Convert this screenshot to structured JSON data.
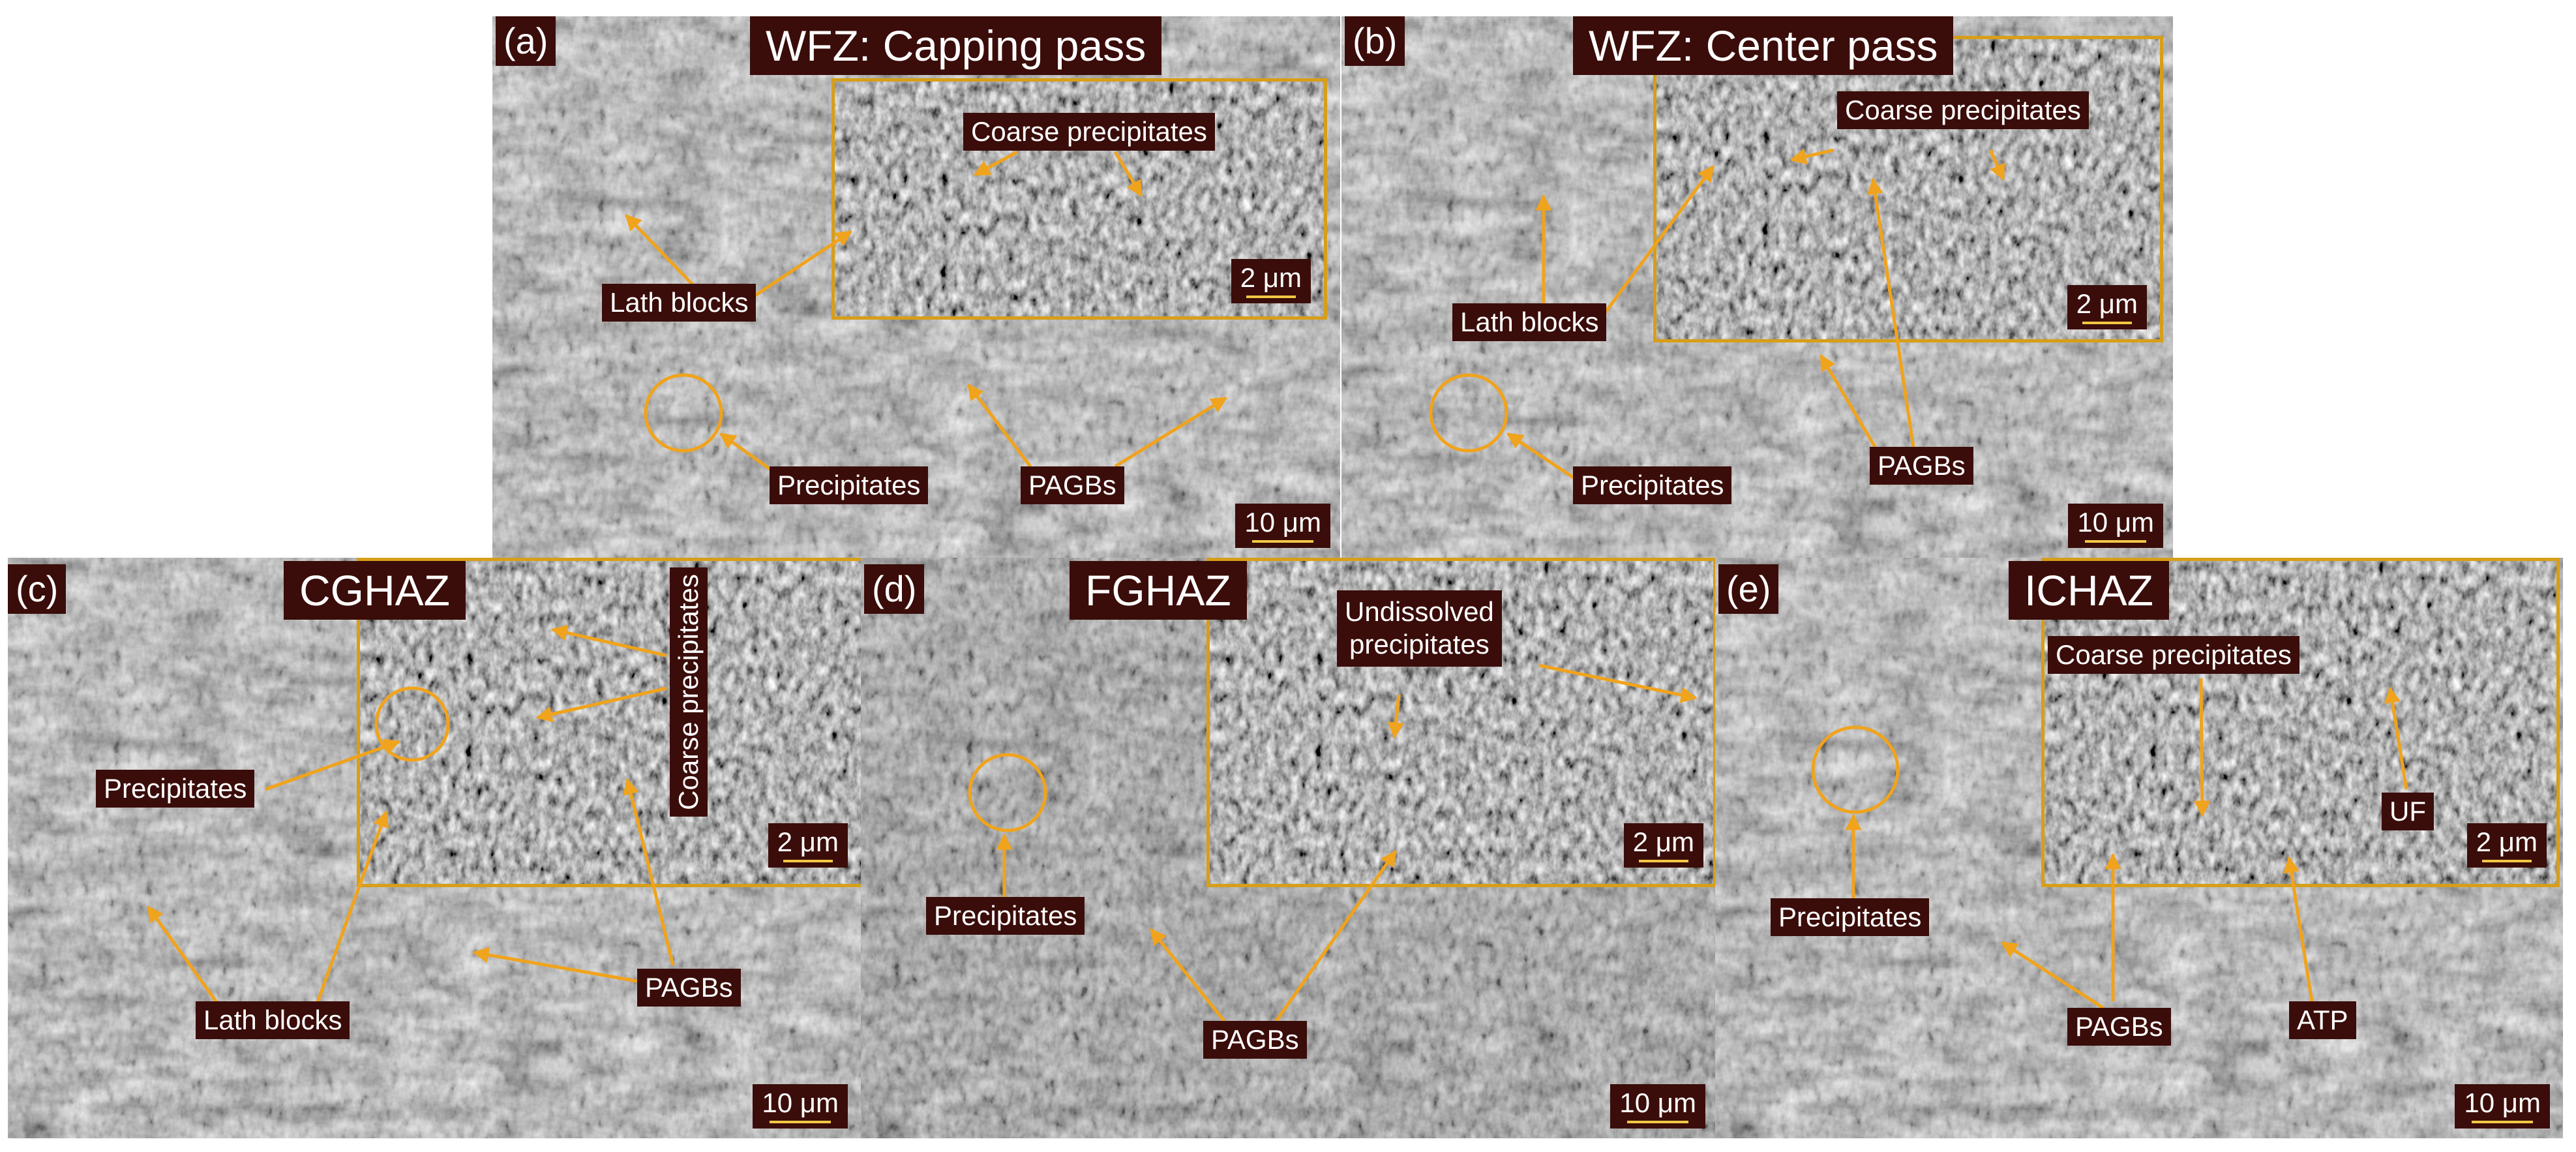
{
  "accent_color": "#f0a31c",
  "label_background": "#3a0d0a",
  "scale_bar_color": "#f2c744",
  "panels": {
    "a": {
      "letter": "(a)",
      "title": "WFZ: Capping pass",
      "inset_scale": "2 μm",
      "scale": "10 μm",
      "annotations": {
        "coarse": "Coarse precipitates",
        "lath": "Lath blocks",
        "precipitates": "Precipitates",
        "pagbs": "PAGBs"
      }
    },
    "b": {
      "letter": "(b)",
      "title": "WFZ: Center pass",
      "inset_scale": "2 μm",
      "scale": "10 μm",
      "annotations": {
        "coarse": "Coarse precipitates",
        "lath": "Lath blocks",
        "precipitates": "Precipitates",
        "pagbs": "PAGBs"
      }
    },
    "c": {
      "letter": "(c)",
      "title": "CGHAZ",
      "inset_scale": "2 μm",
      "scale": "10 μm",
      "annotations": {
        "coarse": "Coarse precipitates",
        "precipitates": "Precipitates",
        "lath": "Lath blocks",
        "pagbs": "PAGBs"
      }
    },
    "d": {
      "letter": "(d)",
      "title": "FGHAZ",
      "inset_scale": "2 μm",
      "scale": "10 μm",
      "annotations": {
        "undissolved_1": "Undissolved",
        "undissolved_2": "precipitates",
        "precipitates": "Precipitates",
        "pagbs": "PAGBs"
      }
    },
    "e": {
      "letter": "(e)",
      "title": "ICHAZ",
      "inset_scale": "2 μm",
      "scale": "10 μm",
      "annotations": {
        "coarse": "Coarse precipitates",
        "uf": "UF",
        "precipitates": "Precipitates",
        "pagbs": "PAGBs",
        "atp": "ATP"
      }
    }
  }
}
